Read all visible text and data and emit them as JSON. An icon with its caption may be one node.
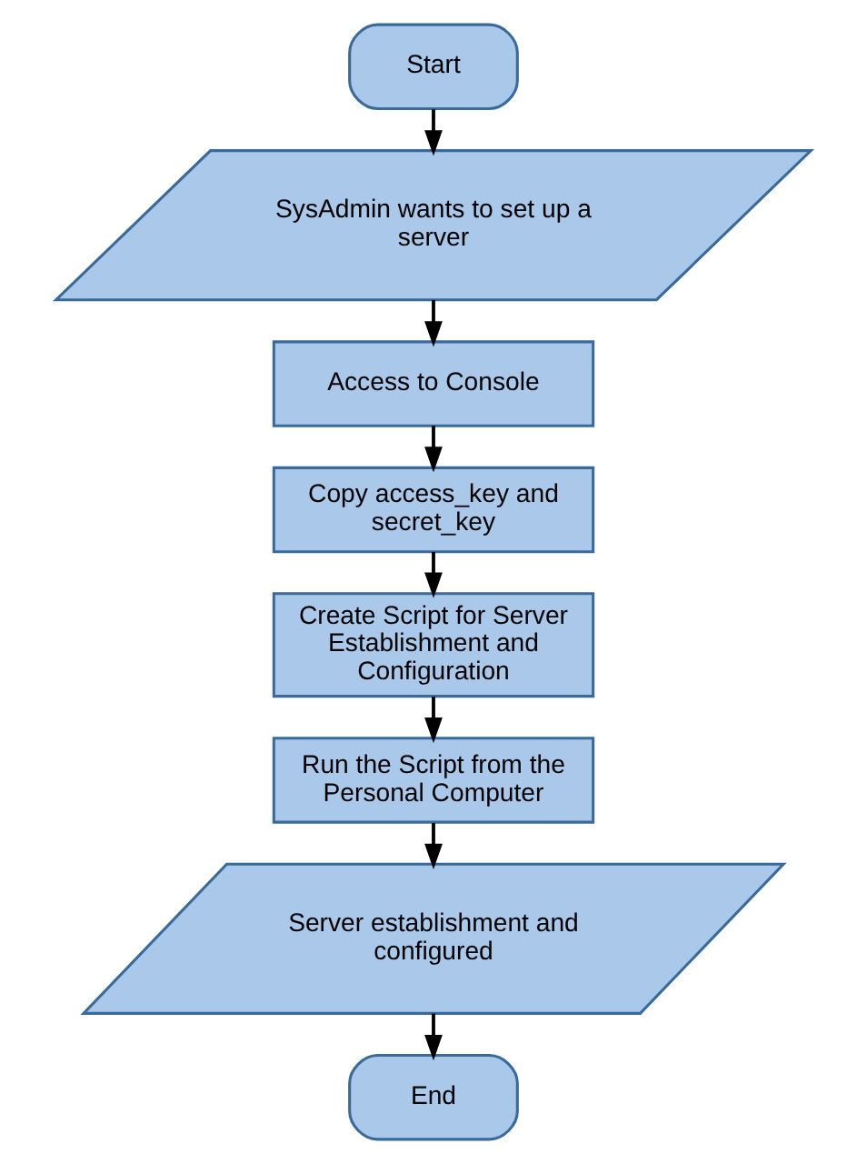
{
  "diagram": {
    "nodes": [
      {
        "text": [
          "Start"
        ]
      },
      {
        "text": [
          "SysAdmin wants to set up a server"
        ]
      },
      {
        "text": [
          "Access to Console"
        ]
      },
      {
        "text": [
          "Copy access_key and secret_key"
        ]
      },
      {
        "text": [
          "Create Script for Server Establishment and Configuration"
        ]
      },
      {
        "text": [
          "Run the Script from the Personal Computer"
        ]
      },
      {
        "text": [
          "Server establishment and configured"
        ]
      },
      {
        "text": [
          "End"
        ]
      }
    ],
    "edges": [
      {
        "from": 0,
        "to": 1,
        "arrow": "to"
      },
      {
        "from": 1,
        "to": 2,
        "arrow": "to"
      },
      {
        "from": 2,
        "to": 3,
        "arrow": "to"
      },
      {
        "from": 3,
        "to": 4,
        "arrow": "to"
      },
      {
        "from": 4,
        "to": 5,
        "arrow": "to"
      },
      {
        "from": 5,
        "to": 6,
        "arrow": "to"
      },
      {
        "from": 6,
        "to": 7,
        "arrow": "to"
      }
    ]
  }
}
